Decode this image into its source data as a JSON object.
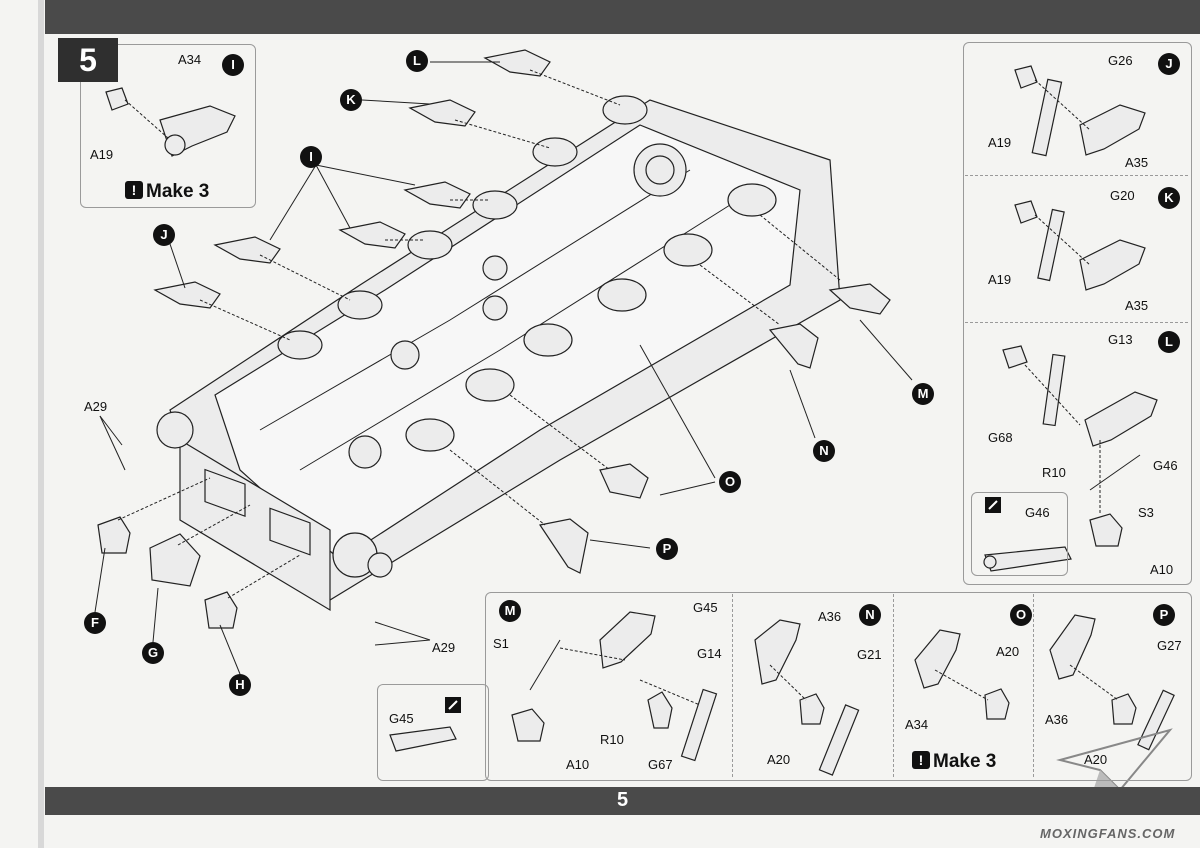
{
  "page_number": "5",
  "step": {
    "number": "5"
  },
  "watermark": "MOXINGFANS.COM",
  "main_assembly": {
    "markers": [
      "I",
      "K",
      "L",
      "I",
      "J",
      "M",
      "N",
      "O",
      "P",
      "F",
      "G",
      "H"
    ],
    "labels": [
      "A29",
      "A29"
    ]
  },
  "insets": {
    "I": {
      "marker": "I",
      "parts": [
        "A34",
        "A19"
      ],
      "note": "Make 3"
    },
    "J": {
      "marker": "J",
      "parts": [
        "G26",
        "A19",
        "A35"
      ]
    },
    "K": {
      "marker": "K",
      "parts": [
        "G20",
        "A19",
        "A35"
      ]
    },
    "L": {
      "marker": "L",
      "parts": [
        "G13",
        "G68",
        "R10",
        "G46",
        "S3",
        "A10"
      ],
      "sub_part": "G46"
    },
    "M": {
      "marker": "M",
      "parts": [
        "G45",
        "S1",
        "G14",
        "R10",
        "A10",
        "G67"
      ],
      "sub_part": "G45"
    },
    "N": {
      "marker": "N",
      "parts": [
        "A36",
        "G21",
        "A20"
      ]
    },
    "O": {
      "marker": "O",
      "parts": [
        "A20",
        "A34"
      ],
      "note": "Make 3"
    },
    "P": {
      "marker": "P",
      "parts": [
        "G27",
        "A36",
        "A20"
      ]
    }
  },
  "colors": {
    "bar": "#4a4a4a",
    "marker": "#111111",
    "paper": "#f4f4f2"
  },
  "icons": [
    "exclamation-icon",
    "cut-icon"
  ]
}
